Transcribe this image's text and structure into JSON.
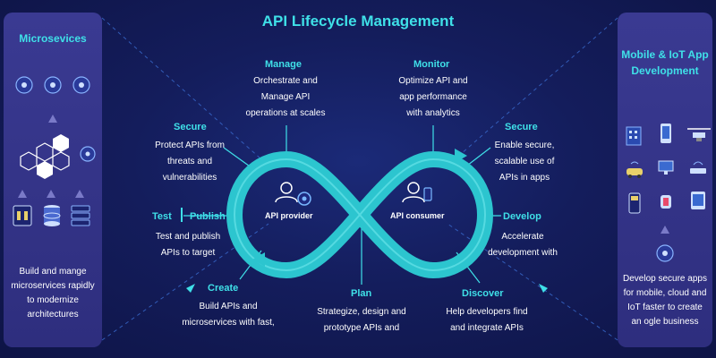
{
  "title": "API Lifecycle Management",
  "left_panel": {
    "title": "Microsevices",
    "description": [
      "Build and mange",
      "microservices rapidly",
      "to modernize",
      "architectures"
    ],
    "icons": [
      "microservice-node-icon",
      "microservice-node-icon",
      "microservice-node-icon",
      "hexagon-cluster-icon",
      "server-rack-icon",
      "database-icon",
      "network-rack-icon"
    ]
  },
  "right_panel": {
    "title": [
      "Mobile & IoT App",
      "Development"
    ],
    "description": [
      "Develop secure apps",
      "for mobile, cloud and",
      "IoT faster to create",
      "an ogle business"
    ],
    "icons": [
      "smart-building-icon",
      "smartphone-icon",
      "drone-icon",
      "car-icon",
      "desktop-icon",
      "router-icon",
      "pos-terminal-icon",
      "smartwatch-icon",
      "tablet-icon",
      "iot-node-icon"
    ]
  },
  "center": {
    "provider_label": "API provider",
    "consumer_label": "API consumer"
  },
  "stages": {
    "manage": {
      "label": "Manage",
      "desc": [
        "Orchestrate and",
        "Manage API",
        "operations at scales"
      ]
    },
    "monitor": {
      "label": "Monitor",
      "desc": [
        "Optimize API and",
        "app performance",
        "with analytics"
      ]
    },
    "secure_left": {
      "label": "Secure",
      "desc": [
        "Protect APIs from",
        "threats and",
        "vulnerabilities"
      ]
    },
    "secure_right": {
      "label": "Secure",
      "desc": [
        "Enable secure,",
        "scalable use of",
        "APIs in apps"
      ]
    },
    "test_publish": {
      "label_test": "Test",
      "label_publish": "Publish",
      "desc": [
        "Test and publish",
        "APIs to target"
      ]
    },
    "develop": {
      "label": "Develop",
      "desc": [
        "Accelerate",
        "development with"
      ]
    },
    "create": {
      "label": "Create",
      "desc": [
        "Build APIs and",
        "microservices with fast,"
      ]
    },
    "plan": {
      "label": "Plan",
      "desc": [
        "Strategize, design and",
        "prototype APIs and"
      ]
    },
    "discover": {
      "label": "Discover",
      "desc": [
        "Help developers find",
        "and integrate APIs"
      ]
    }
  },
  "colors": {
    "accent": "#3fe0e8",
    "loop": "#2cc5cf",
    "background": "#141d5c",
    "panel": "#34348a"
  }
}
